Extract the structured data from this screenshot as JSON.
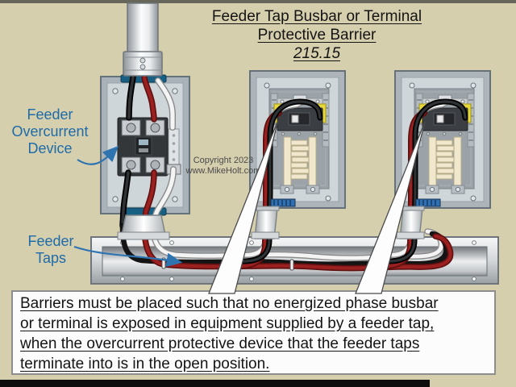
{
  "title": {
    "line1": "Feeder Tap Busbar or Terminal",
    "line2": "Protective Barrier",
    "code": "215.15"
  },
  "labels": {
    "overcurrent_device": {
      "line1": "Feeder",
      "line2": "Overcurrent",
      "line3": "Device"
    },
    "feeder_taps": {
      "line1": "Feeder",
      "line2": "Taps"
    }
  },
  "copyright": {
    "line1": "Copyright 2023",
    "line2": "www.MikeHolt.com"
  },
  "caption": {
    "line1": "Barriers must be placed such that no energized phase busbar",
    "line2": "or terminal is exposed in equipment supplied by a feeder tap,",
    "line3": "when the overcurrent protective device that the feeder taps",
    "line4": "terminate into is in the open position."
  },
  "colors": {
    "background": "#d6cfae",
    "label_blue": "#1e6ba8",
    "arrow_blue": "#2e74b0",
    "wire_red": "#9b2020",
    "wire_red_dark": "#5f1010",
    "wire_black": "#141414",
    "wire_white": "#f4f4f4",
    "wire_white_edge": "#8a8a8a",
    "lug_yellow": "#e7d83c",
    "terminal_blue": "#2f6fb3",
    "busbar_cream": "#f0e7cd",
    "panel_face": "#ced6da",
    "caption_text": "#141414"
  }
}
